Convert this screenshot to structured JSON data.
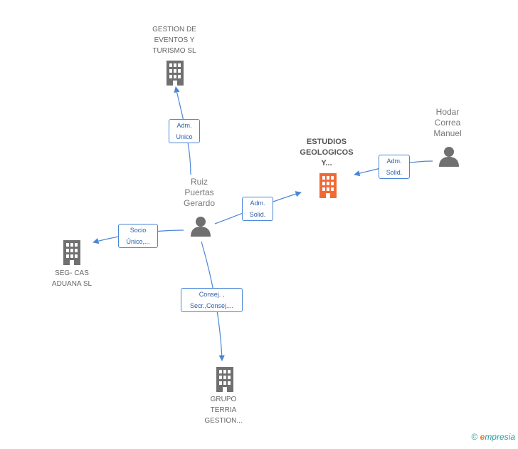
{
  "nodes": {
    "gestion_eventos": {
      "label_lines": [
        "GESTION DE",
        "EVENTOS Y",
        "TURISMO SL"
      ]
    },
    "estudios": {
      "label_lines": [
        "ESTUDIOS",
        "GEOLOGICOS",
        "Y..."
      ]
    },
    "hodar": {
      "label_lines": [
        "Hodar",
        "Correa",
        "Manuel"
      ]
    },
    "ruiz": {
      "label_lines": [
        "Ruiz",
        "Puertas",
        "Gerardo"
      ]
    },
    "seg_cas": {
      "label_lines": [
        "SEG- CAS",
        "ADUANA SL"
      ]
    },
    "grupo_terria": {
      "label_lines": [
        "GRUPO",
        "TERRIA",
        "GESTION..."
      ]
    }
  },
  "edges": {
    "ruiz_gestion": [
      "Adm.",
      "Unico"
    ],
    "hodar_estudios": [
      "Adm.",
      "Solid."
    ],
    "ruiz_estudios": [
      "Adm.",
      "Solid."
    ],
    "ruiz_seg": [
      "Socio",
      "Único,..."
    ],
    "ruiz_grupo": [
      "Consej. ,",
      "Secr.,Consej...."
    ]
  },
  "colors": {
    "company": "#707070",
    "focus_company": "#f06a35",
    "person": "#707070",
    "edge": "#4a86d6"
  },
  "footer": {
    "copyright": "©",
    "brand_e": "e",
    "brand_rest": "mpresia"
  }
}
